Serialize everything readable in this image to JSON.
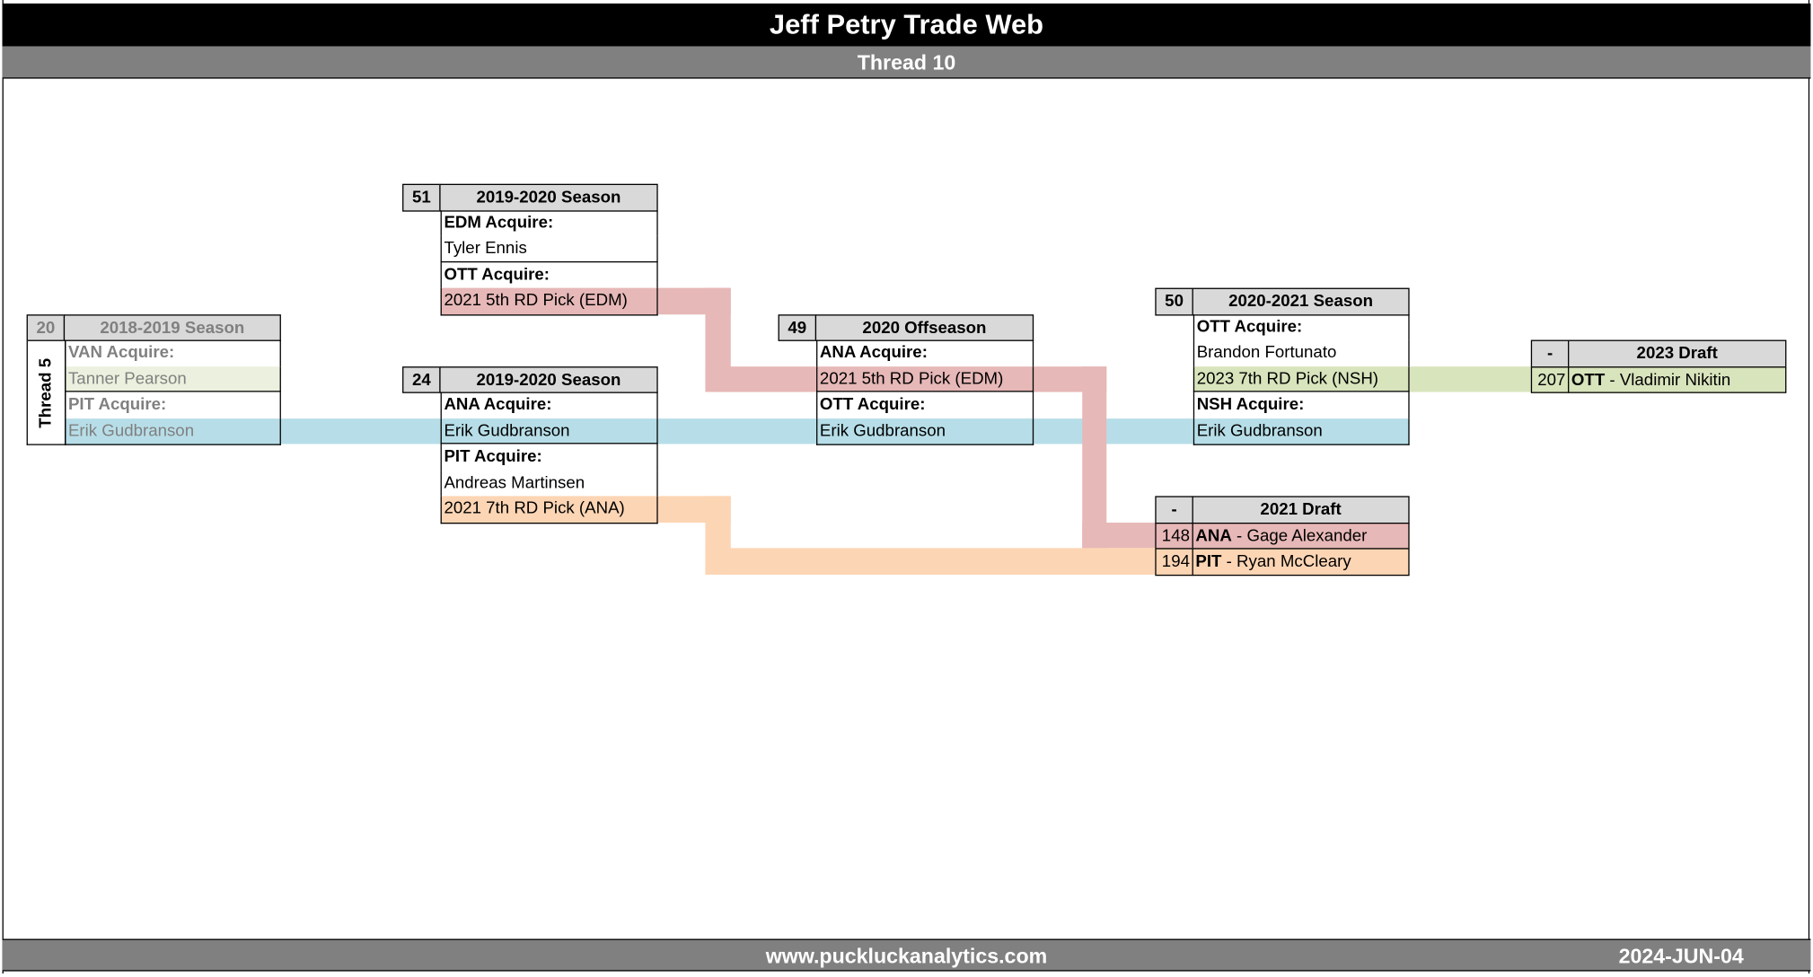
{
  "header": {
    "title": "Jeff Petry Trade Web",
    "subtitle": "Thread 10"
  },
  "footer": {
    "url": "www.puckluckanalytics.com",
    "date": "2024-JUN-04"
  },
  "colors": {
    "red": "#e6b8b7",
    "orange": "#fcd5b4",
    "blue": "#b7dee8",
    "green": "#d8e4bc",
    "lightgreen": "#ebf1de",
    "header_gray": "#d9d9d9"
  },
  "boxes": [
    {
      "id": "t20",
      "number": "20",
      "title": "2018-2019 Season",
      "muted": true,
      "side_label": "Thread 5",
      "rows": [
        {
          "text": "VAN Acquire:",
          "bold": true
        },
        {
          "text": "Tanner Pearson",
          "color": "lightgreen"
        },
        {
          "text": "PIT Acquire:",
          "bold": true
        },
        {
          "text": "Erik Gudbranson",
          "color": "blue"
        }
      ]
    },
    {
      "id": "t51",
      "number": "51",
      "title": "2019-2020 Season",
      "rows": [
        {
          "text": "EDM Acquire:",
          "bold": true
        },
        {
          "text": "Tyler Ennis"
        },
        {
          "text": "OTT Acquire:",
          "bold": true
        },
        {
          "text": "2021 5th RD Pick (EDM)",
          "color": "red"
        }
      ]
    },
    {
      "id": "t24",
      "number": "24",
      "title": "2019-2020 Season",
      "rows": [
        {
          "text": "ANA Acquire:",
          "bold": true
        },
        {
          "text": "Erik Gudbranson",
          "color": "blue"
        },
        {
          "text": "PIT Acquire:",
          "bold": true
        },
        {
          "text": "Andreas Martinsen"
        },
        {
          "text": "2021 7th RD Pick (ANA)",
          "color": "orange"
        }
      ]
    },
    {
      "id": "t49",
      "number": "49",
      "title": "2020 Offseason",
      "rows": [
        {
          "text": "ANA Acquire:",
          "bold": true
        },
        {
          "text": "2021 5th RD Pick (EDM)",
          "color": "red"
        },
        {
          "text": "OTT Acquire:",
          "bold": true
        },
        {
          "text": "Erik Gudbranson",
          "color": "blue"
        }
      ]
    },
    {
      "id": "t50",
      "number": "50",
      "title": "2020-2021 Season",
      "rows": [
        {
          "text": "OTT Acquire:",
          "bold": true
        },
        {
          "text": "Brandon Fortunato"
        },
        {
          "text": "2023 7th RD Pick (NSH)",
          "color": "green"
        },
        {
          "text": "NSH Acquire:",
          "bold": true
        },
        {
          "text": "Erik Gudbranson",
          "color": "blue"
        }
      ]
    },
    {
      "id": "d2021",
      "number": "-",
      "title": "2021 Draft",
      "draft": true,
      "rows": [
        {
          "pick": "148",
          "team": "ANA",
          "text": " - Gage Alexander",
          "color": "red"
        },
        {
          "pick": "194",
          "team": "PIT",
          "text": " - Ryan McCleary",
          "color": "orange"
        }
      ]
    },
    {
      "id": "d2023",
      "number": "-",
      "title": "2023 Draft",
      "draft": true,
      "rows": [
        {
          "pick": "207",
          "team": "OTT",
          "text": " - Vladimir Nikitin",
          "color": "green"
        }
      ]
    }
  ]
}
